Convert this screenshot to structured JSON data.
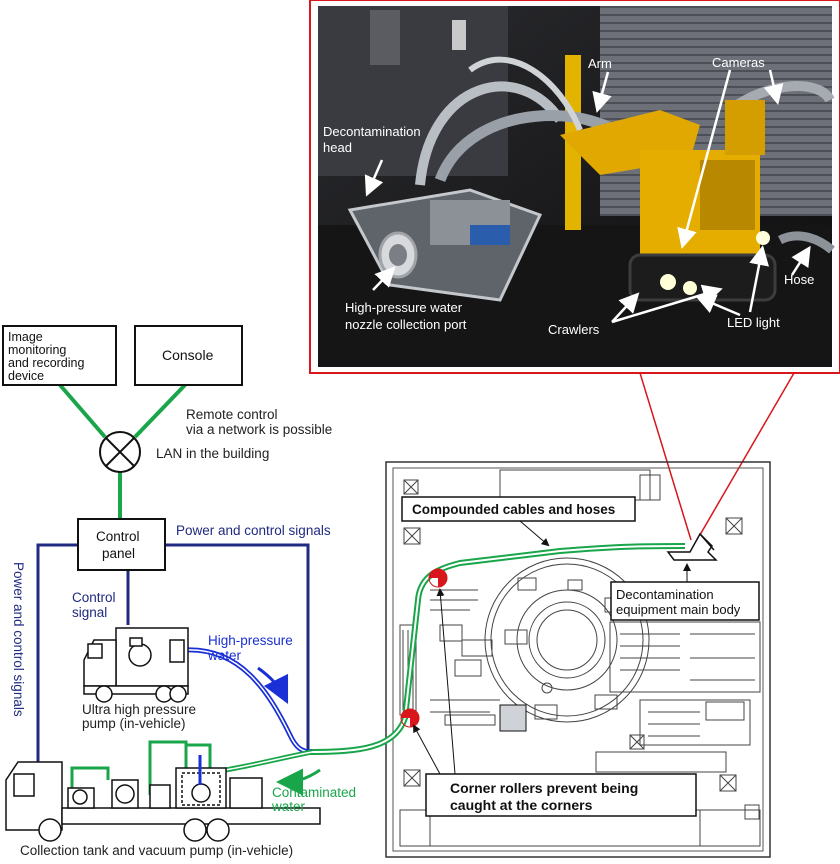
{
  "photo_labels": {
    "arm": "Arm",
    "cameras": "Cameras",
    "decon_head_1": "Decontamination",
    "decon_head_2": "head",
    "nozzle_1": "High-pressure water",
    "nozzle_2": "nozzle collection port",
    "crawlers": "Crawlers",
    "led": "LED light",
    "hose": "Hose"
  },
  "boxes": {
    "image_monitor_1": "Image",
    "image_monitor_2": "monitoring",
    "image_monitor_3": "and recording",
    "image_monitor_4": "device",
    "console": "Console",
    "control_panel_1": "Control",
    "control_panel_2": "panel"
  },
  "labels": {
    "remote_1": "Remote control",
    "remote_2": "via a network is possible",
    "lan": "LAN in the building",
    "power_control_top": "Power and control signals",
    "power_control_vertical": "Power and control signals",
    "control_signal_1": "Control",
    "control_signal_2": "signal",
    "hp_water_1": "High-pressure",
    "hp_water_2": "water",
    "uhp_pump_1": "Ultra high pressure",
    "uhp_pump_2": "pump (in-vehicle)",
    "contaminated_1": "Contaminated",
    "contaminated_2": "water",
    "collection_tank": "Collection tank and vacuum pump (in-vehicle)"
  },
  "callouts": {
    "compounded": "Compounded cables and hoses",
    "decon_main_1": "Decontamination",
    "decon_main_2": "equipment main body",
    "rollers_1": "Corner rollers prevent being",
    "rollers_2": "caught at the corners"
  },
  "colors": {
    "green_link": "#19a64a",
    "navy_link": "#1f2a80",
    "blue_water": "#1a2fd6",
    "red_frame": "#d8161b",
    "roller_red": "#d8161b"
  }
}
